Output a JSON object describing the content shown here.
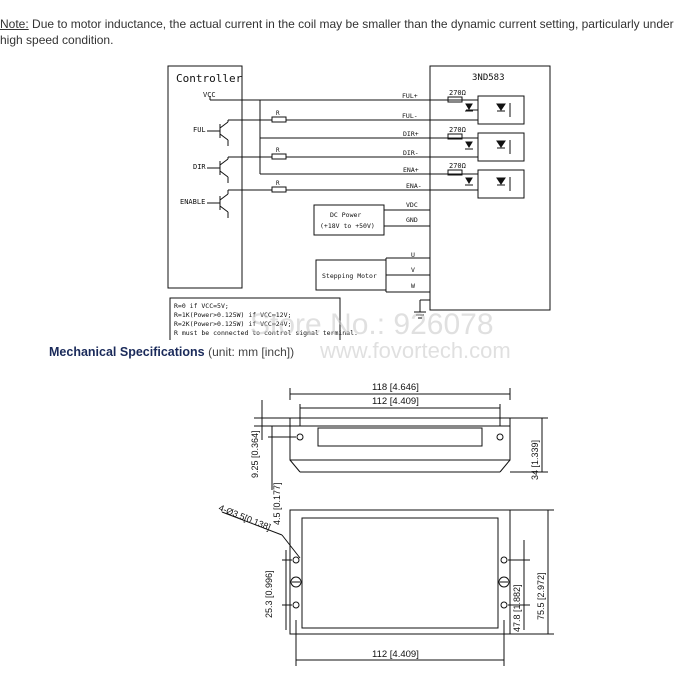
{
  "note": {
    "label": "Note:",
    "text": " Due to motor inductance, the actual current in the coil may be smaller than the dynamic current setting, particularly under high speed condition."
  },
  "wiring": {
    "controller_title": "Controller",
    "vcc": "VCC",
    "ful": "FUL",
    "dir": "DIR",
    "enable": "ENABLE",
    "resistor": "R",
    "driver_title": "3ND583",
    "pins": [
      "FUL+",
      "FUL-",
      "DIR+",
      "DIR-",
      "ENA+",
      "ENA-",
      "VDC",
      "GND",
      "U",
      "V",
      "W"
    ],
    "res270": "270Ω",
    "dc_power_1": "DC Power",
    "dc_power_2": "(+18V to +50V)",
    "motor": "Stepping Motor",
    "legend": [
      "R=0 if VCC=5V;",
      "R=1K(Power>0.125W) if VCC=12V;",
      "R=2K(Power>0.125W) if VCC=24V;",
      "R must be connected to control signal terminal."
    ]
  },
  "watermark": {
    "line1": "Store No.: 926078",
    "line2": "www.fovortech.com"
  },
  "mechanical": {
    "title": "Mechanical Specifications",
    "unit": "(unit: mm [inch])",
    "dims": {
      "overall_width": "118 [4.646]",
      "hole_spacing_top": "112 [4.409]",
      "left_925": "9.25 [0.364]",
      "left_45": "4.5 [0.177]",
      "right_34": "34 [1.339]",
      "holes": "4-Ø3.5[0.138]",
      "left_253": "25.3 [0.996]",
      "right_478": "47.8 [1.882]",
      "right_755": "75.5 [2.972]",
      "bottom_112": "112 [4.409]"
    }
  }
}
